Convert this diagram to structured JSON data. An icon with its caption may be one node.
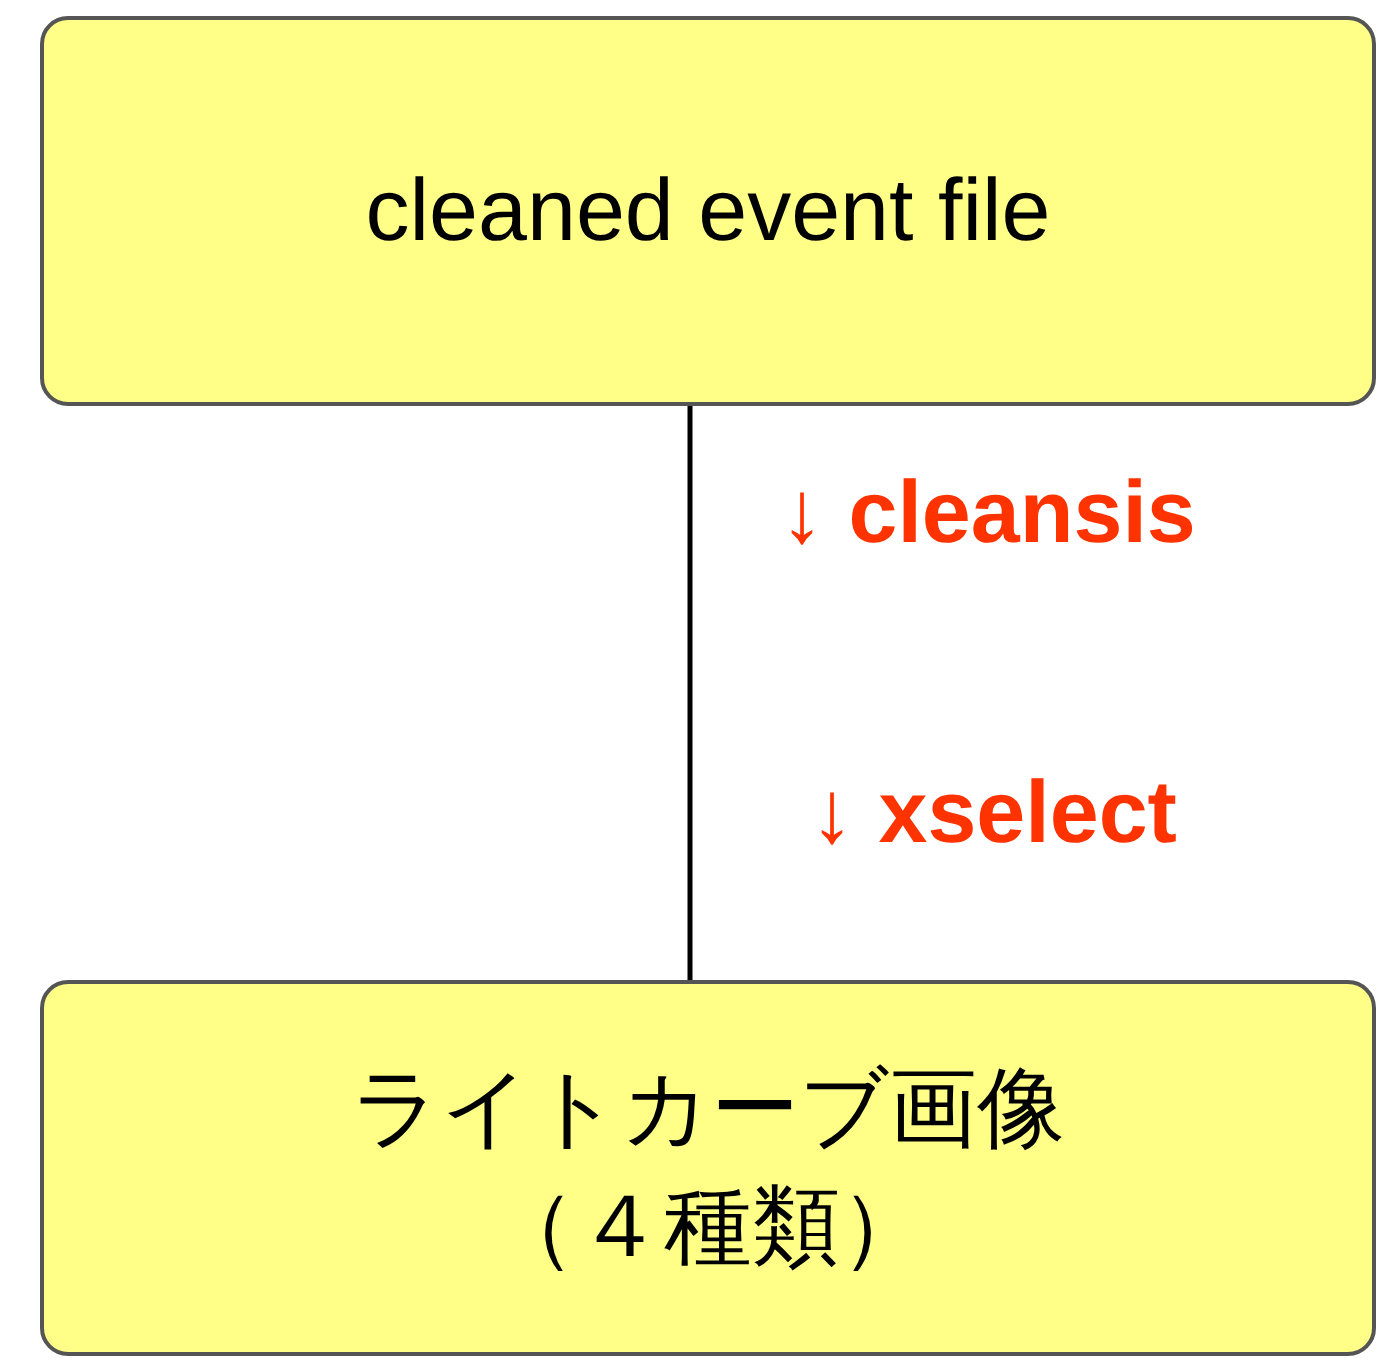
{
  "diagram": {
    "nodes": [
      {
        "text": [
          "cleaned event file"
        ]
      },
      {
        "text": [
          "ライトカーブ画像",
          "（４種類）"
        ]
      }
    ],
    "edges": [
      {
        "from": 0,
        "to": 1,
        "arrow": "none"
      }
    ],
    "labels": [
      "↓ cleansis",
      "↓ xselect"
    ]
  }
}
